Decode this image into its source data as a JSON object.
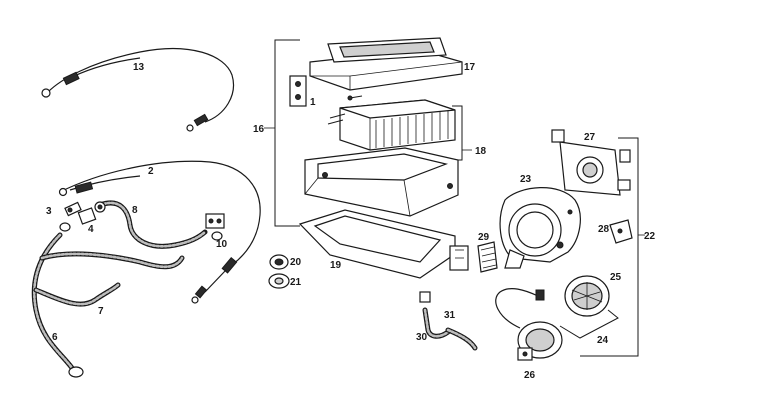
{
  "diagram": {
    "labels": {
      "p1": "1",
      "p2": "2",
      "p3": "3",
      "p4": "4",
      "p6": "6",
      "p7": "7",
      "p8": "8",
      "p10": "10",
      "p13": "13",
      "p16": "16",
      "p17": "17",
      "p18": "18",
      "p19": "19",
      "p20": "20",
      "p21": "21",
      "p22": "22",
      "p23": "23",
      "p24": "24",
      "p25": "25",
      "p26": "26",
      "p27": "27",
      "p28": "28",
      "p29": "29",
      "p30": "30",
      "p31": "31"
    },
    "colors": {
      "ink": "#1a1a1a",
      "hose_fill": "#bdbdbd",
      "background": "#ffffff"
    }
  }
}
